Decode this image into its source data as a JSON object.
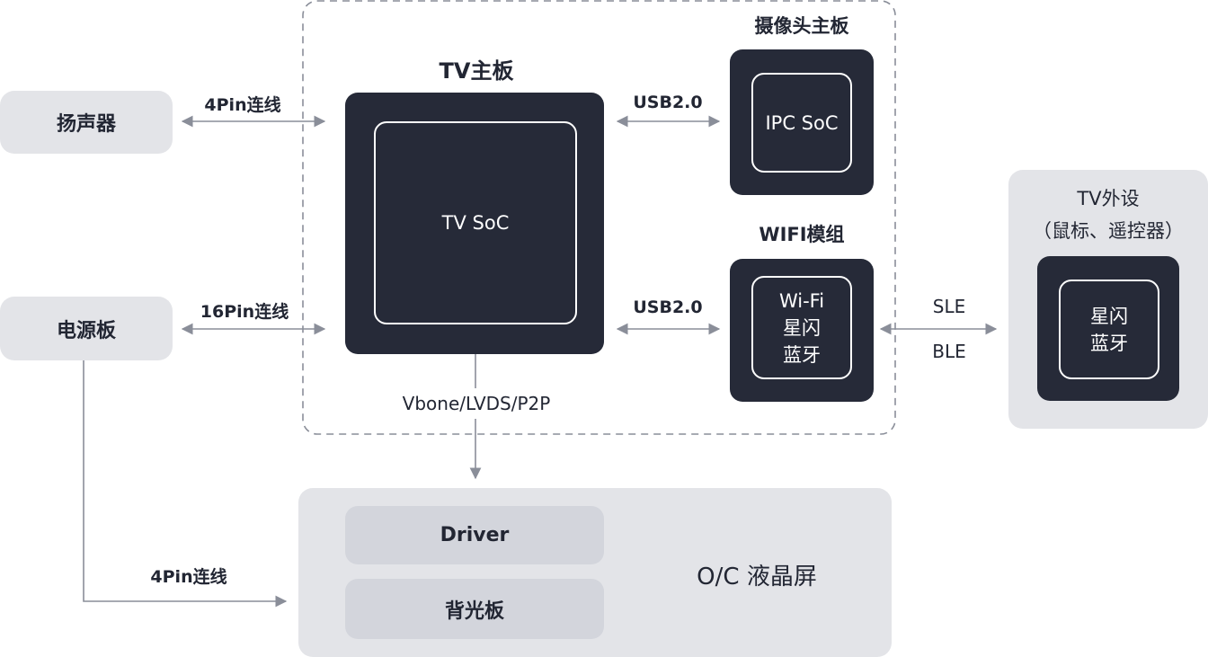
{
  "labels": {
    "speaker": "扬声器",
    "power_board": "电源板",
    "tv_mainboard": "TV主板",
    "tv_soc": "TV SoC",
    "camera_board": "摄像头主板",
    "ipc_soc": "IPC SoC",
    "wifi_module": "WIFI模组",
    "wifi_inner": "Wi-Fi\n星闪\n蓝牙",
    "tv_peripheral_title": "TV外设",
    "tv_peripheral_subtitle": "（鼠标、遥控器）",
    "peripheral_inner": "星闪\n蓝牙",
    "lcd": "O/C 液晶屏",
    "driver": "Driver",
    "backlight": "背光板"
  },
  "links": {
    "speaker_link": "4Pin连线",
    "power_link": "16Pin连线",
    "usb_camera": "USB2.0",
    "usb_wifi": "USB2.0",
    "display_link": "Vbone/LVDS/P2P",
    "sle": "SLE",
    "ble": "BLE",
    "power_lcd_link": "4Pin连线"
  },
  "colors": {
    "dark": "#262a38",
    "light_gray": "#e3e4e8",
    "mid_gray": "#d3d5dc",
    "line": "#8a8e99",
    "dashed_border": "#8a8e99"
  }
}
